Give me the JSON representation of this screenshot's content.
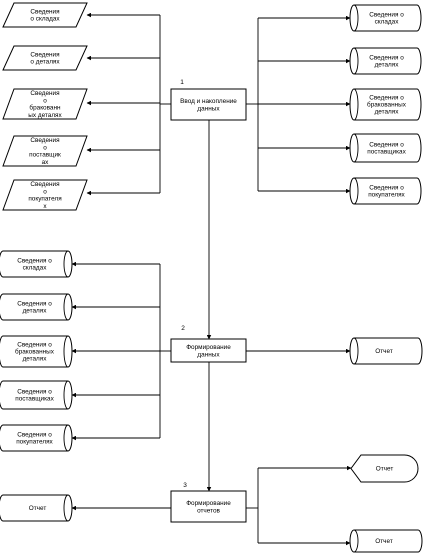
{
  "inputs": [
    {
      "lines": [
        "Сведения",
        "о складах"
      ]
    },
    {
      "lines": [
        "Сведения",
        "о деталях"
      ]
    },
    {
      "lines": [
        "Сведения",
        "о",
        "бракованн",
        "ых деталях"
      ]
    },
    {
      "lines": [
        "Сведения",
        "о",
        "поставщик",
        "ах"
      ]
    },
    {
      "lines": [
        "Сведения",
        "о",
        "покупателя",
        "х"
      ]
    }
  ],
  "process1": {
    "number": "1",
    "lines": [
      "Ввод и накопление",
      "данных"
    ]
  },
  "process2": {
    "number": "2",
    "lines": [
      "Формирование",
      "данных"
    ]
  },
  "process3": {
    "number": "3",
    "lines": [
      "Формирование",
      "отчетов"
    ]
  },
  "stores_right": [
    {
      "lines": [
        "Сведения о",
        "складах"
      ]
    },
    {
      "lines": [
        "Сведения о",
        "деталях"
      ]
    },
    {
      "lines": [
        "Сведения о",
        "бракованных",
        "деталях"
      ]
    },
    {
      "lines": [
        "Сведения о",
        "поставщиках"
      ]
    },
    {
      "lines": [
        "Сведения о",
        "покупателях"
      ]
    }
  ],
  "stores_left": [
    {
      "lines": [
        "Сведения о",
        "складах"
      ]
    },
    {
      "lines": [
        "Сведения о",
        "деталях"
      ]
    },
    {
      "lines": [
        "Сведения о",
        "бракованных",
        "деталях"
      ]
    },
    {
      "lines": [
        "Сведения о",
        "поставщиках"
      ]
    },
    {
      "lines": [
        "Сведения о",
        "покупателях"
      ]
    }
  ],
  "report_p2": {
    "label": "Отчет"
  },
  "report_p3_left": {
    "label": "Отчет"
  },
  "report_p3_display": {
    "label": "Отчет"
  },
  "report_p3_bottom": {
    "label": "Отчет"
  }
}
